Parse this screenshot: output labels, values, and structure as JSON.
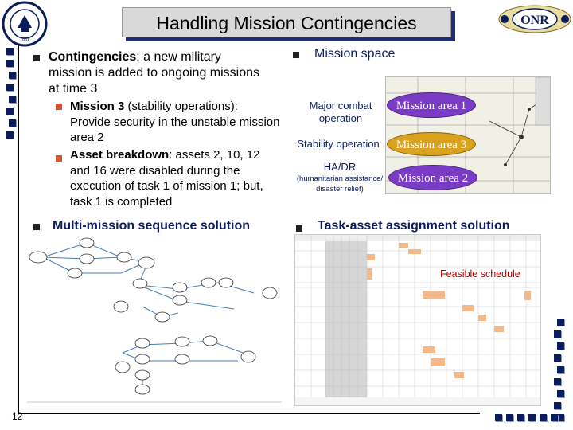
{
  "slide": {
    "title": "Handling Mission Contingencies",
    "page_number": "12"
  },
  "left_column": {
    "bullet1": {
      "term": "Contingencies",
      "text": ": a new military mission is added to ongoing missions at time 3"
    },
    "sub1": {
      "term": "Mission 3",
      "paren_open": " (",
      "paren_term": "stability operations",
      "text": "): Provide security in the unstable mission area 2"
    },
    "sub2": {
      "term": "Asset breakdown",
      "text": ": assets 2, 10, 12 and 16 were disabled during the execution of task 1 of mission 1; but, task 1 is completed"
    },
    "bullet2": "Multi-mission sequence solution"
  },
  "right_column": {
    "bullet1": "Mission space",
    "labels": {
      "major_combat": "Major combat operation",
      "stability": "Stability operation",
      "hadr": "HA/DR",
      "hadr_detail": "(humanitarian assistance/ disaster relief)"
    },
    "mission_areas": [
      "Mission area 1",
      "Mission area 3",
      "Mission area 2"
    ],
    "bullet2": "Task-asset assignment solution",
    "feasible_label": "Feasible schedule"
  },
  "colors": {
    "title_bg": "#d9d9d9",
    "title_shadow": "#1f2e74",
    "accent_navy": "#0b1c5c",
    "sub_bullet": "#d4542b",
    "mission_area_1": "#7a3cc4",
    "mission_area_3": "#d9a21f",
    "mission_area_2": "#7a3cc4",
    "feasible_text": "#c00000"
  },
  "icons": [
    "uconn-seal-icon",
    "onr-logo-icon"
  ]
}
